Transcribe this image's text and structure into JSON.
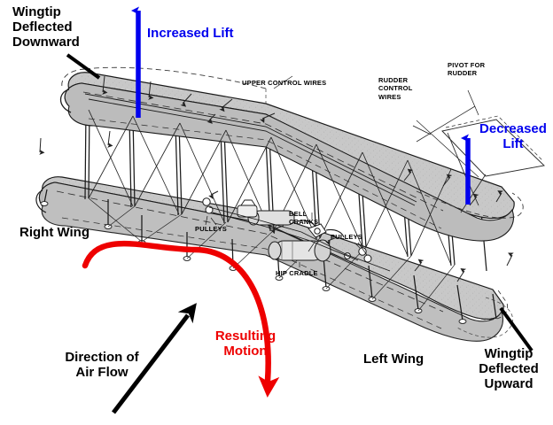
{
  "diagram": {
    "title": "Wright Flyer wing-warping control diagram",
    "colors": {
      "lift_arrow": "#0000ee",
      "motion_arrow": "#ee0000",
      "airflow_arrow": "#000000",
      "wing_fill": "#c8c8c8",
      "structure_line": "#1a1a1a",
      "background": "#ffffff"
    },
    "callouts": {
      "wingtip_down": "Wingtip\nDeflected\nDownward",
      "increased_lift": "Increased Lift",
      "decreased_lift": "Decreased\nLift",
      "right_wing": "Right Wing",
      "left_wing": "Left Wing",
      "direction_of_air_flow": "Direction of\nAir Flow",
      "resulting_motion": "Resulting\nMotion",
      "wingtip_up": "Wingtip\nDeflected\nUpward"
    },
    "part_labels": {
      "upper_control_wires": "UPPER CONTROL WIRES",
      "rudder_control_wires": "RUDDER\nCONTROL\nWIRES",
      "pivot_for_rudder": "PIVOT FOR\nRUDDER",
      "pulleys_left": "PULLEYS",
      "pulleys_right": "PULLEYS",
      "bell_cranks": "BELL\nCRANKS",
      "hip_cradle": "HIP CRADLE"
    },
    "icons": {
      "increased_lift_arrow": "up-arrow-icon",
      "decreased_lift_arrow": "up-arrow-icon",
      "airflow_arrow": "diagonal-arrow-icon",
      "motion_arrow": "curved-rotation-arrow-icon",
      "wingtip_down_pointer": "leader-line-icon",
      "wingtip_up_pointer": "leader-line-icon"
    }
  }
}
